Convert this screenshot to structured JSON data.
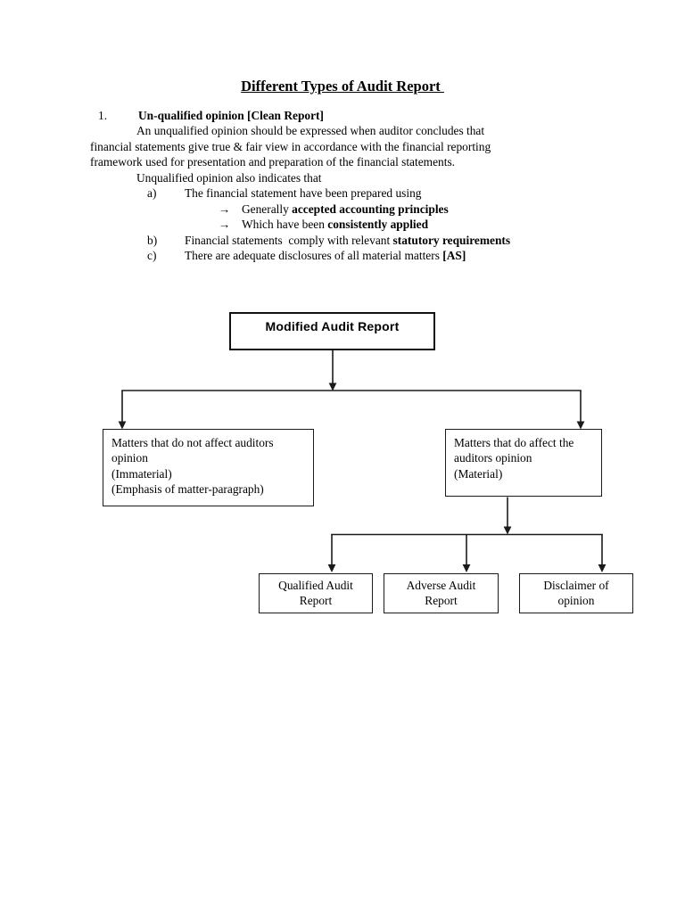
{
  "page": {
    "title": "Different Types of Audit Report ",
    "background_color": "#ffffff",
    "text_color": "#000000"
  },
  "section": {
    "number": "1.",
    "heading": "Un-qualified opinion [Clean Report]",
    "para_line1": "An unqualified opinion should be expressed when auditor concludes that",
    "para_line2": "financial statements give true & fair view in accordance with the financial reporting",
    "para_line3": "framework used for presentation and preparation of the financial statements.",
    "sub_intro": "Unqualified opinion also indicates that",
    "arrow_glyph": "→",
    "item_a": {
      "label": "a)",
      "text": "The financial statement have been prepared using"
    },
    "arrow_item1": {
      "pre": "Generally ",
      "bold": "accepted accounting principles"
    },
    "arrow_item2": {
      "pre": "Which have been ",
      "bold": "consistently applied"
    },
    "item_b": {
      "label": "b)",
      "pre": "Financial statements  comply with relevant ",
      "bold": "statutory requirements"
    },
    "item_c": {
      "label": "c)",
      "pre": "There are adequate disclosures of all material matters ",
      "bold": "[AS]"
    }
  },
  "flowchart": {
    "line_color": "#1b1b1b",
    "root_label": "Modified Audit Report",
    "left_box": {
      "lines": [
        "Matters that do not affect auditors",
        "opinion",
        "(Immaterial)",
        "(Emphasis of matter-paragraph)"
      ]
    },
    "right_box": {
      "lines": [
        "Matters that do affect the",
        "auditors opinion",
        "(Material)"
      ]
    },
    "leaves": [
      {
        "lines": [
          "Qualified Audit",
          "Report"
        ]
      },
      {
        "lines": [
          "Adverse Audit",
          "Report"
        ]
      },
      {
        "lines": [
          "Disclaimer of",
          "opinion"
        ]
      }
    ]
  }
}
